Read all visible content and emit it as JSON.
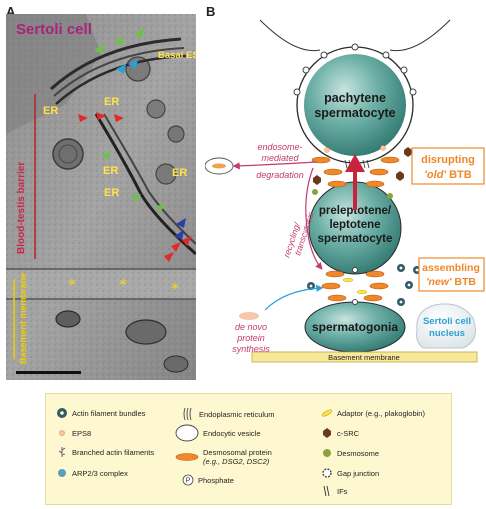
{
  "panel_a": {
    "letter": "A",
    "title": "Sertoli cell",
    "basal_es_label": "Basal ES",
    "er_label": "ER",
    "btb_label": "Blood-testis barrier",
    "basement_label": "Basement membrane"
  },
  "panel_b": {
    "letter": "B",
    "pachytene_label_1": "pachytene",
    "pachytene_label_2": "spermatocyte",
    "preleptotene_label_1": "preleptotene/",
    "preleptotene_label_2": "leptotene",
    "preleptotene_label_3": "spermatocyte",
    "spermatogonia_label": "spermatogonia",
    "endosome_label_1": "endosome-",
    "endosome_label_2": "mediated",
    "endosome_label_3": "degradation",
    "recycling_label_1": "recycling/",
    "recycling_label_2": "transcytosis",
    "denovo_label_1": "de novo",
    "denovo_label_2": "protein",
    "denovo_label_3": "synthesis",
    "disrupting_label_1": "disrupting",
    "disrupting_label_2_a": "'old'",
    "disrupting_label_2_b": " BTB",
    "assembling_label_1": "assembling",
    "assembling_label_2_a": "'new'",
    "assembling_label_2_b": " BTB",
    "nucleus_label_1": "Sertoli cell",
    "nucleus_label_2": "nucleus",
    "basement_label": "Basement membrane"
  },
  "legend": {
    "items": [
      {
        "label": "Actin filament bundles",
        "icon": "actin-bundle-icon"
      },
      {
        "label": "EPS8",
        "icon": "eps8-icon"
      },
      {
        "label": "Branched actin filaments",
        "icon": "branched-actin-icon"
      },
      {
        "label": "ARP2/3 complex",
        "icon": "arp23-icon"
      },
      {
        "label": "Endoplasmic reticulum",
        "icon": "er-icon"
      },
      {
        "label": "Endocytic vesicle",
        "icon": "vesicle-icon"
      },
      {
        "label": "Desmosomal protein",
        "label2": "(e.g., DSG2, DSC2)",
        "icon": "desmosomal-protein-icon"
      },
      {
        "label": "Phosphate",
        "icon": "phosphate-icon"
      },
      {
        "label": "Adaptor (e.g., plakoglobin)",
        "icon": "adaptor-icon"
      },
      {
        "label": "c-SRC",
        "icon": "csrc-icon"
      },
      {
        "label": "Desmosome",
        "icon": "desmosome-icon"
      },
      {
        "label": "Gap junction",
        "icon": "gap-junction-icon"
      },
      {
        "label": "IFs",
        "icon": "ifs-icon"
      }
    ],
    "phosphate_symbol": "P"
  },
  "colors": {
    "cell_teal": "#3f8d86",
    "magenta": "#c23a6e",
    "orange": "#f0882a",
    "blue": "#2aa2d6",
    "legend_bg": "#fef8d0",
    "basement_yellow": "#f8e89a"
  }
}
